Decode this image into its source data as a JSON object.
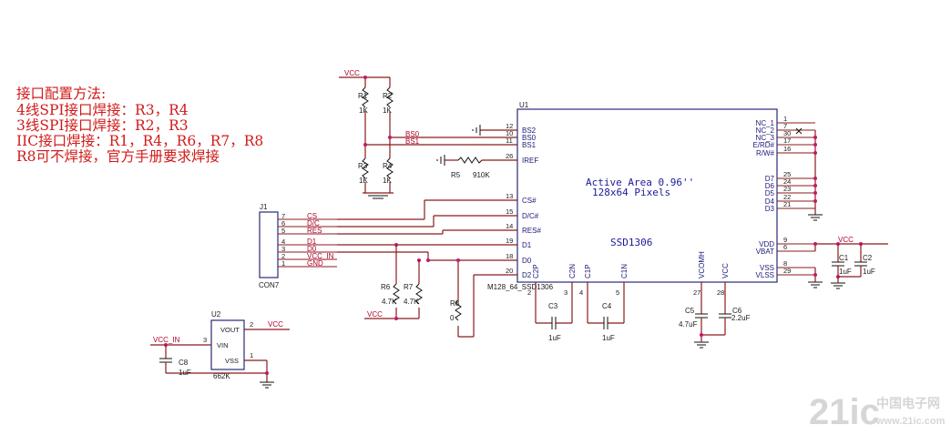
{
  "config_notes": {
    "title": "接口配置方法:",
    "lines": [
      "4线SPI接口焊接：R3，R4",
      "3线SPI接口焊接：R2，R3",
      "IIC接口焊接：R1，R4，R6，R7，R8",
      "R8可不焊接，官方手册要求焊接"
    ]
  },
  "u1": {
    "ref": "U1",
    "part": "SSD1306",
    "footprint": "M128_64_SSD1306",
    "active_area": "Active Area 0.96''",
    "pixels": "128x64 Pixels",
    "left_pins": [
      {
        "num": "12",
        "name": "BS2"
      },
      {
        "num": "10",
        "name": "BS0"
      },
      {
        "num": "11",
        "name": "BS1"
      },
      {
        "num": "26",
        "name": "IREF"
      },
      {
        "num": "13",
        "name": "CS#"
      },
      {
        "num": "15",
        "name": "D/C#"
      },
      {
        "num": "14",
        "name": "RES#"
      },
      {
        "num": "19",
        "name": "D1"
      },
      {
        "num": "18",
        "name": "D0"
      },
      {
        "num": "20",
        "name": "D2"
      }
    ],
    "right_pins": [
      {
        "num": "1",
        "name": "NC_1"
      },
      {
        "num": "7",
        "name": "NC_2"
      },
      {
        "num": "30",
        "name": "NC_3"
      },
      {
        "num": "17",
        "name": "E/RD#"
      },
      {
        "num": "16",
        "name": "R/W#"
      },
      {
        "num": "25",
        "name": "D7"
      },
      {
        "num": "24",
        "name": "D6"
      },
      {
        "num": "23",
        "name": "D5"
      },
      {
        "num": "22",
        "name": "D4"
      },
      {
        "num": "21",
        "name": "D3"
      },
      {
        "num": "9",
        "name": "VDD"
      },
      {
        "num": "6",
        "name": "VBAT"
      },
      {
        "num": "8",
        "name": "VSS"
      },
      {
        "num": "29",
        "name": "VLSS"
      }
    ],
    "bottom_pins": [
      {
        "num": "2",
        "name": "C2P"
      },
      {
        "num": "3",
        "name": "C2N"
      },
      {
        "num": "4",
        "name": "C1P"
      },
      {
        "num": "5",
        "name": "C1N"
      },
      {
        "num": "27",
        "name": "VCOMH"
      },
      {
        "num": "28",
        "name": "VCC"
      }
    ]
  },
  "j1": {
    "ref": "J1",
    "name": "CON7",
    "pins": [
      {
        "num": "7",
        "net": "CS"
      },
      {
        "num": "6",
        "net": "D/C"
      },
      {
        "num": "5",
        "net": "RES"
      },
      {
        "num": "4",
        "net": "D1"
      },
      {
        "num": "3",
        "net": "D0"
      },
      {
        "num": "2",
        "net": "VCC_IN"
      },
      {
        "num": "1",
        "net": "GND"
      }
    ]
  },
  "u2": {
    "ref": "U2",
    "part": "662K",
    "pins": [
      {
        "num": "2",
        "name": "VOUT"
      },
      {
        "num": "3",
        "name": "VIN"
      },
      {
        "num": "1",
        "name": "VSS"
      }
    ]
  },
  "nets": {
    "vcc": "VCC",
    "vcc_in": "VCC_IN",
    "bs0": "BS0",
    "bs1": "BS1"
  },
  "resistors": {
    "r1": "R1",
    "r2": "R2",
    "r3": "R3",
    "r4": "R4",
    "r5": "R5",
    "r5_value": "910K",
    "r6": "R6",
    "r6_value": "4.7K",
    "r7": "R7",
    "r7_value": "4.7K",
    "r8": "R8",
    "r8_value": "0",
    "r_pull_value": "1K"
  },
  "capacitors": {
    "c1": "C1",
    "c1_value": "1uF",
    "c2": "C2",
    "c2_value": "1uF",
    "c3": "C3",
    "c3_value": "1uF",
    "c4": "C4",
    "c4_value": "1uF",
    "c5": "C5",
    "c5_value": "4.7uF",
    "c6": "C6",
    "c6_value": "2.2uF",
    "c8": "C8",
    "c8_value": "1uF"
  },
  "watermark": {
    "logo": "21ic",
    "cn": "中国电子网",
    "url": "www.21ic.com"
  }
}
